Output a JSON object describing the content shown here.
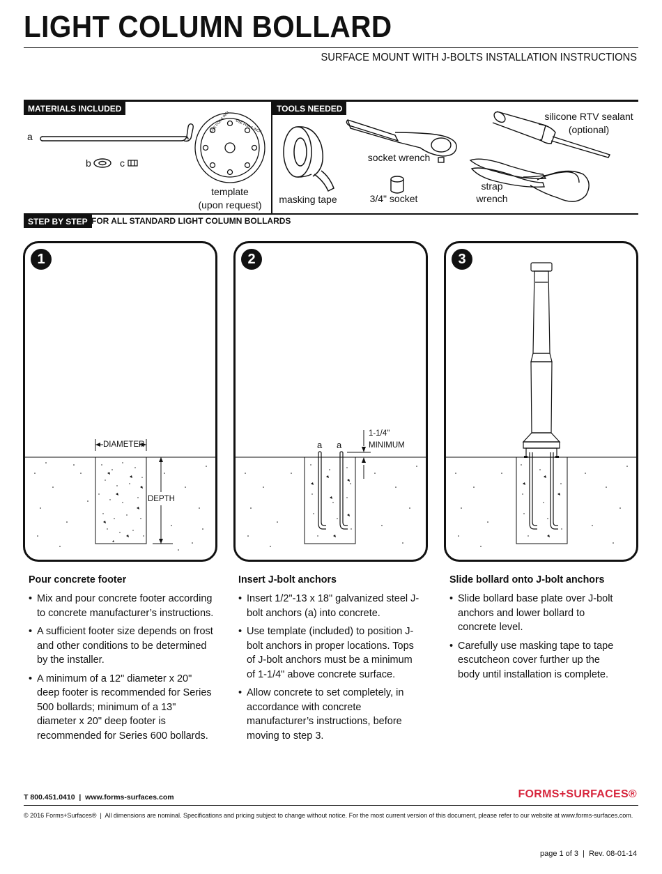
{
  "header": {
    "title": "LIGHT COLUMN BOLLARD",
    "subtitle": "SURFACE MOUNT WITH J-BOLTS INSTALLATION INSTRUCTIONS"
  },
  "materials": {
    "tag": "MATERIALS INCLUDED",
    "item_a": "a",
    "item_b": "b",
    "item_c": "c",
    "template_line1": "template",
    "template_line2": "(upon request)",
    "template_ring_text": "USE FOR 5 INCH"
  },
  "tools": {
    "tag": "TOOLS NEEDED",
    "masking_tape": "masking tape",
    "socket_wrench": "socket wrench",
    "socket": "3/4\" socket",
    "sealant_line1": "silicone RTV sealant",
    "sealant_line2": "(optional)",
    "strap_line1": "strap",
    "strap_line2": "wrench"
  },
  "steps_bar": {
    "tag": "STEP BY STEP",
    "text": "FOR ALL STANDARD LIGHT COLUMN BOLLARDS"
  },
  "diagrams": {
    "d1": {
      "number": "1",
      "diameter": "DIAMETER",
      "depth": "DEPTH"
    },
    "d2": {
      "number": "2",
      "anchor_a1": "a",
      "anchor_a2": "a",
      "min_line1": "1-1/4\"",
      "min_line2": "MINIMUM"
    },
    "d3": {
      "number": "3"
    }
  },
  "steps": [
    {
      "heading": "Pour concrete footer",
      "bullets": [
        "Mix and pour concrete footer according to concrete manufacturer’s instructions.",
        "A sufficient footer size depends on frost and other conditions to be determined by the installer.",
        "A minimum of a 12\" diameter x 20\" deep footer is recommended for Series 500 bollards; minimum of a 13\" diameter x 20\" deep footer is recommended for Series 600 bollards."
      ]
    },
    {
      "heading": "Insert J-bolt anchors",
      "bullets": [
        "Insert 1/2\"-13 x 18\" galvanized steel J-bolt anchors (a) into concrete.",
        "Use template (included) to position J-bolt anchors in proper locations. Tops of J-bolt anchors must be a minimum of 1-1/4\" above concrete surface.",
        "Allow concrete to set completely, in accordance with concrete manufacturer’s instructions, before moving to step 3."
      ]
    },
    {
      "heading": "Slide bollard onto J-bolt anchors",
      "bullets": [
        "Slide bollard base plate over J-bolt anchors and lower bollard to concrete level.",
        "Carefully use masking tape to tape escutcheon cover further up the body until installation is complete."
      ]
    }
  ],
  "footer": {
    "contact": "T 800.451.0410  |  www.forms-surfaces.com",
    "brand": "FORMS+SURFACES®",
    "disclaimer": "© 2016 Forms+Surfaces®  |  All dimensions are nominal. Specifications and pricing subject to change without notice. For the most current version of this document, please refer to our website at www.forms-surfaces.com.",
    "page": "page 1 of 3  |  Rev. 08-01-14"
  }
}
